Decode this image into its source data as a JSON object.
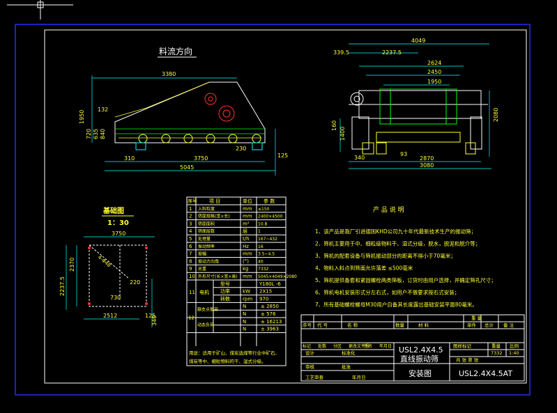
{
  "view_title": "料流方向",
  "side_view": {
    "dims": [
      "3380",
      "1950",
      "132",
      "720",
      "635",
      "840",
      "310",
      "3750",
      "5045",
      "230",
      "125"
    ]
  },
  "end_view": {
    "dims": [
      "4049",
      "339.5",
      "2237.5",
      "2624",
      "2450",
      "1950",
      "2080",
      "160",
      "1400",
      "340",
      "93",
      "2870",
      "3080"
    ]
  },
  "foundation": {
    "title": "基础图",
    "scale": "1：30",
    "dims": [
      "3750",
      "2370",
      "2237.5",
      "730",
      "220",
      "2512",
      "340",
      "125",
      "4-Φ48"
    ]
  },
  "spec_table": {
    "headers": [
      "序号",
      "项  目",
      "单位",
      "参 数"
    ],
    "rows": [
      {
        "no": "1",
        "item": "入料粒度",
        "unit": "mm",
        "value": "≤150"
      },
      {
        "no": "2",
        "item": "筛面规格(宽×长)",
        "unit": "mm",
        "value": "2400×4500"
      },
      {
        "no": "3",
        "item": "筛面面积",
        "unit": "m²",
        "value": "10.8"
      },
      {
        "no": "4",
        "item": "筛面层数",
        "unit": "层",
        "value": "1"
      },
      {
        "no": "5",
        "item": "处理量",
        "unit": "t/h",
        "value": "167~432"
      },
      {
        "no": "6",
        "item": "振动频率",
        "unit": "Hz",
        "value": "16"
      },
      {
        "no": "7",
        "item": "振幅",
        "unit": "mm",
        "value": "3.5~4.5"
      },
      {
        "no": "8",
        "item": "振动方向角",
        "unit": "(°)",
        "value": "40"
      },
      {
        "no": "9",
        "item": "总重",
        "unit": "kg",
        "value": "7332"
      },
      {
        "no": "10",
        "item": "外形尺寸(长×宽×高)",
        "unit": "mm",
        "value": "5045×4049×2080"
      }
    ],
    "motor_label": "电机",
    "motor_no": "11",
    "motor_rows": [
      {
        "item": "型号",
        "unit": "",
        "value": "Y180L -6"
      },
      {
        "item": "功率",
        "unit": "kW",
        "value": "2X15"
      },
      {
        "item": "转数",
        "unit": "rpm",
        "value": "970"
      }
    ],
    "load_no": "12",
    "load_groups": [
      "静支点载荷",
      "动态负荷"
    ],
    "load_rows": [
      {
        "item": "",
        "unit": "N",
        "value": "± 2850"
      },
      {
        "item": "",
        "unit": "N",
        "value": "± 576"
      },
      {
        "item": "",
        "unit": "N",
        "value": "± 16213"
      },
      {
        "item": "",
        "unit": "N",
        "value": "± 3963"
      }
    ],
    "usage": "用途：适用于矿山、煤炭选煤等行业中矿石、煤炭等中、细粒物料的干、湿式分级。"
  },
  "notes": {
    "title": "产 品 说 明",
    "items": [
      "1、该产品是我厂引进德国KHD公司九十年代最新技术生产的振动筛；",
      "2、筛机主要用于中、细粒级物料干、湿式分级，脱水，脱泥和脱介等；",
      "3、筛机的配套设备与筛机振动部分的距离不得小于70毫米；",
      "4、物料入料点到筛面允许落差 ≤500毫米",
      "5、筛机提供备套和紧固螺栓两类筛板，订货时由用户选择，并确定筛孔尺寸；",
      "6、筛机电机安装形式分左右式，如用户不做要求按右式安装；",
      "7、所有基础螺栓螺母M30用户自备其长度露出基础安装平面80毫米。"
    ]
  },
  "title_block": {
    "rev_headers": [
      "序号",
      "代      号",
      "名        称",
      "数量",
      "材      料",
      "单件",
      "总计",
      "备   注"
    ],
    "weight_label": "重      量",
    "sign_rows": [
      "标记",
      "处数",
      "分区",
      "更改文件号",
      "签名",
      "年月日"
    ],
    "roles": [
      "设计",
      "审核",
      "工艺审查"
    ],
    "std_label": "标准化",
    "approve_label": "批准",
    "date_label": "年月日",
    "model": "USL2.4X4.5",
    "product_name": "直线振动筛",
    "drawing_name": "安装图",
    "stage_label": "图样标记",
    "weight_hdr": "重量",
    "scale_hdr": "比例",
    "weight_val": "7332",
    "scale_val": "1:40",
    "sheet_text": "共   张    第   张",
    "drawing_no": "USL2.4X4.5AT"
  }
}
